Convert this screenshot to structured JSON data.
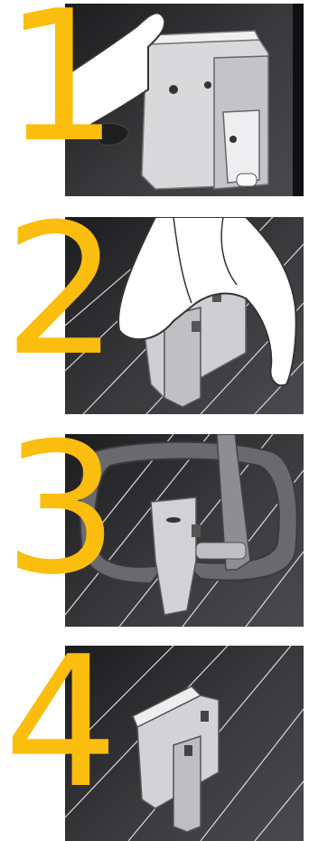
{
  "steps": [
    {
      "number": "1"
    },
    {
      "number": "2"
    },
    {
      "number": "3"
    },
    {
      "number": "4"
    }
  ],
  "colors": {
    "step_number": "#fbbd0e",
    "panel_dark": "#1d1d1f",
    "metal_light": "#e8e8ea",
    "metal_shadow": "#9a9aa0",
    "hand_fill": "#ffffff",
    "rail_line": "#d8d8dc"
  }
}
